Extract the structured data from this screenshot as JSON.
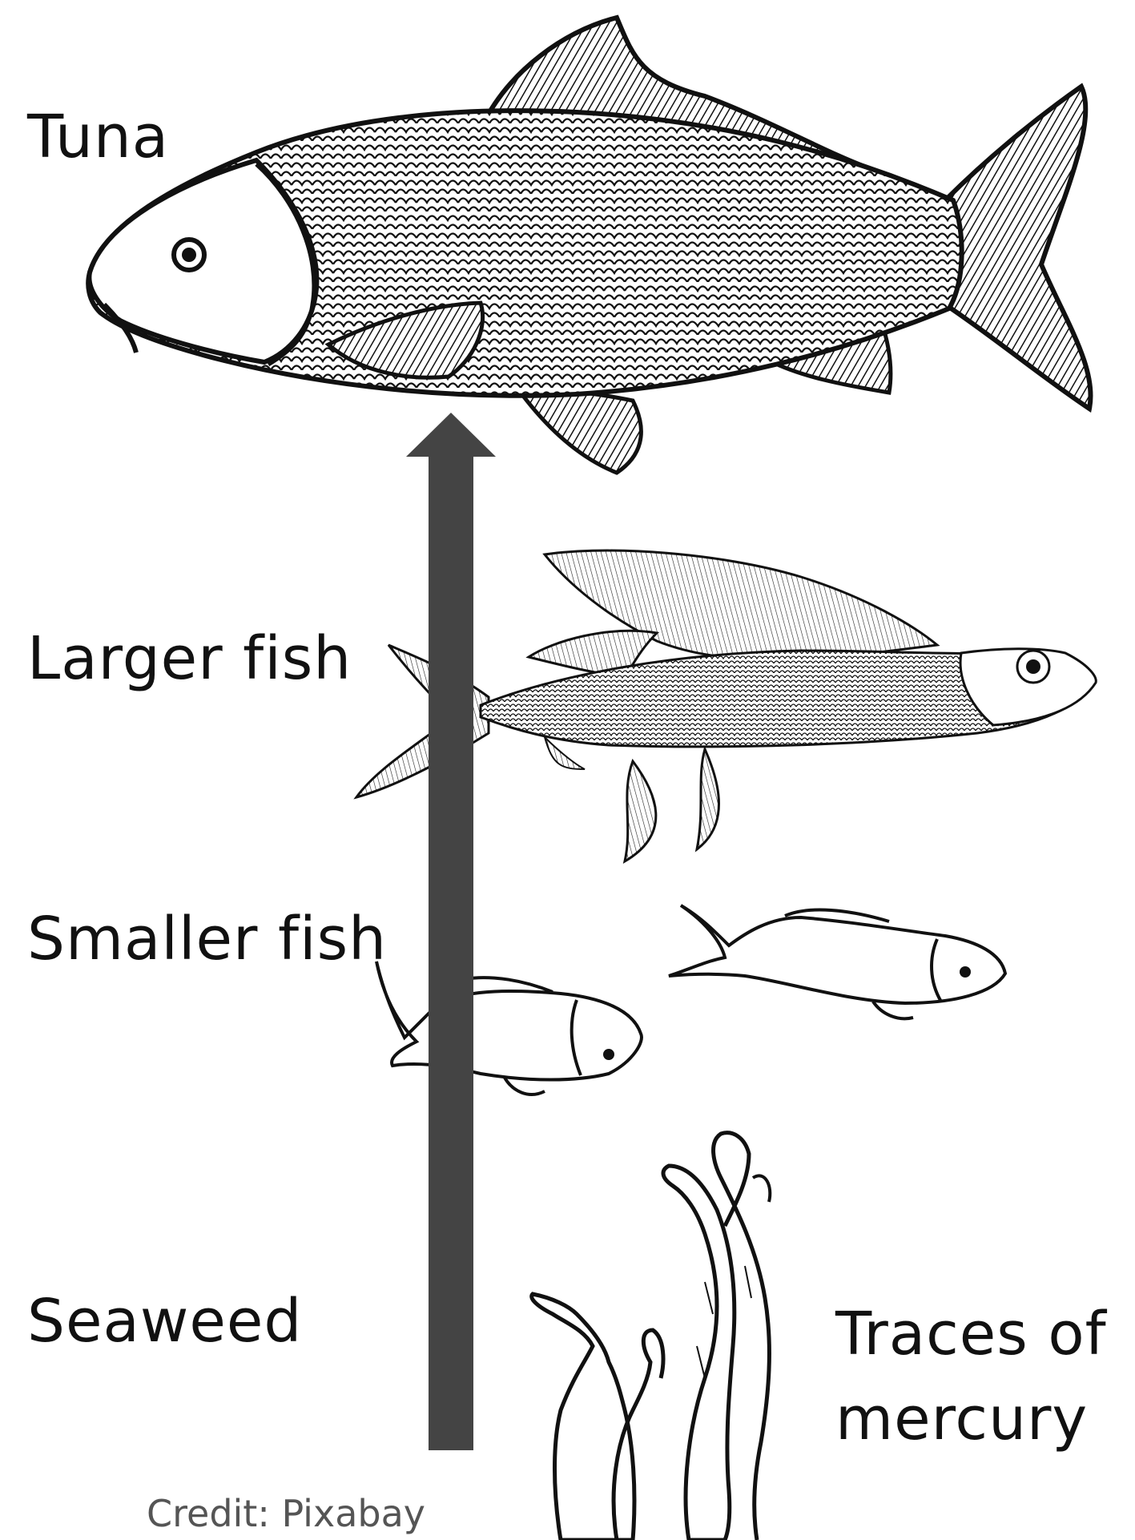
{
  "labels": {
    "tuna": "Tuna",
    "larger_fish": "Larger fish",
    "smaller_fish": "Smaller fish",
    "seaweed": "Seaweed",
    "mercury_line1": "Traces of",
    "mercury_line2": "mercury"
  },
  "credit": "Credit: Pixabay",
  "colors": {
    "arrow": "#444444",
    "ink": "#111111",
    "background": "#ffffff"
  },
  "icons": [
    "tuna-illustration",
    "flying-fish-illustration",
    "small-fish-illustration",
    "seaweed-illustration",
    "upward-arrow"
  ]
}
